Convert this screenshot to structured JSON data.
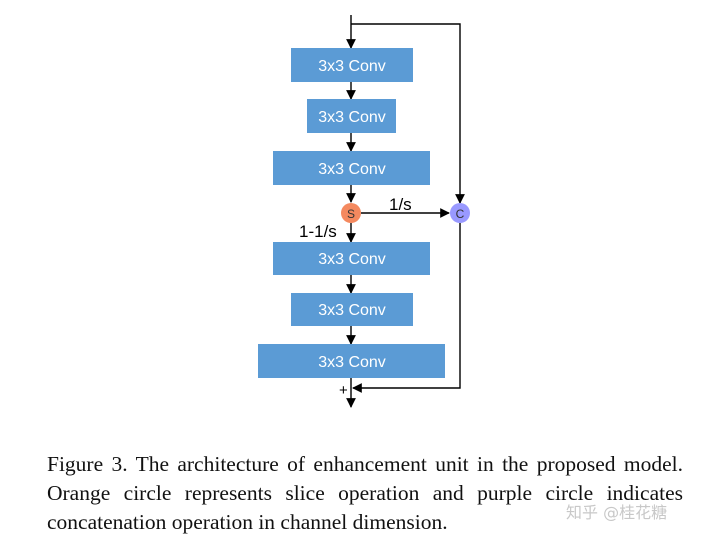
{
  "diagram": {
    "conv_labels": [
      "3x3 Conv",
      "3x3 Conv",
      "3x3 Conv",
      "3x3 Conv",
      "3x3 Conv",
      "3x3 Conv"
    ],
    "slice_symbol": "S",
    "concat_symbol": "C",
    "slice_branch_label": "1/s",
    "main_branch_label": "1-1/s",
    "add_symbol": "+",
    "colors": {
      "conv_box": "#5b9bd5",
      "slice_circle": "#f4895f",
      "concat_circle": "#9999ff"
    }
  },
  "caption": "Figure 3. The architecture of enhancement unit in the proposed model. Orange circle represents slice operation and purple circle indicates concatenation operation in channel dimension.",
  "watermark": "知乎 @桂花糖"
}
